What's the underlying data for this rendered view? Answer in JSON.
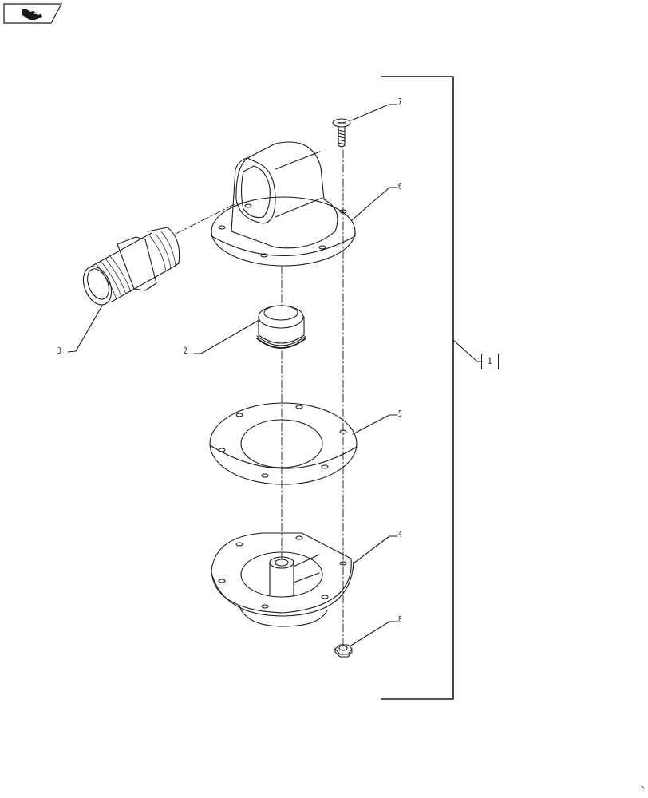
{
  "header": {
    "nav_icon": "back-to-index-hand-icon"
  },
  "diagram": {
    "type": "exploded-parts-view",
    "assembly_reference": "1",
    "parts": [
      {
        "callout": "7",
        "name": "screw"
      },
      {
        "callout": "6",
        "name": "elbow-housing"
      },
      {
        "callout": "3",
        "name": "threaded-nipple"
      },
      {
        "callout": "2",
        "name": "cap"
      },
      {
        "callout": "5",
        "name": "gasket"
      },
      {
        "callout": "4",
        "name": "base-flange"
      },
      {
        "callout": "8",
        "name": "nut"
      }
    ]
  },
  "colors": {
    "line": "#1a1a1a",
    "background": "#ffffff"
  }
}
